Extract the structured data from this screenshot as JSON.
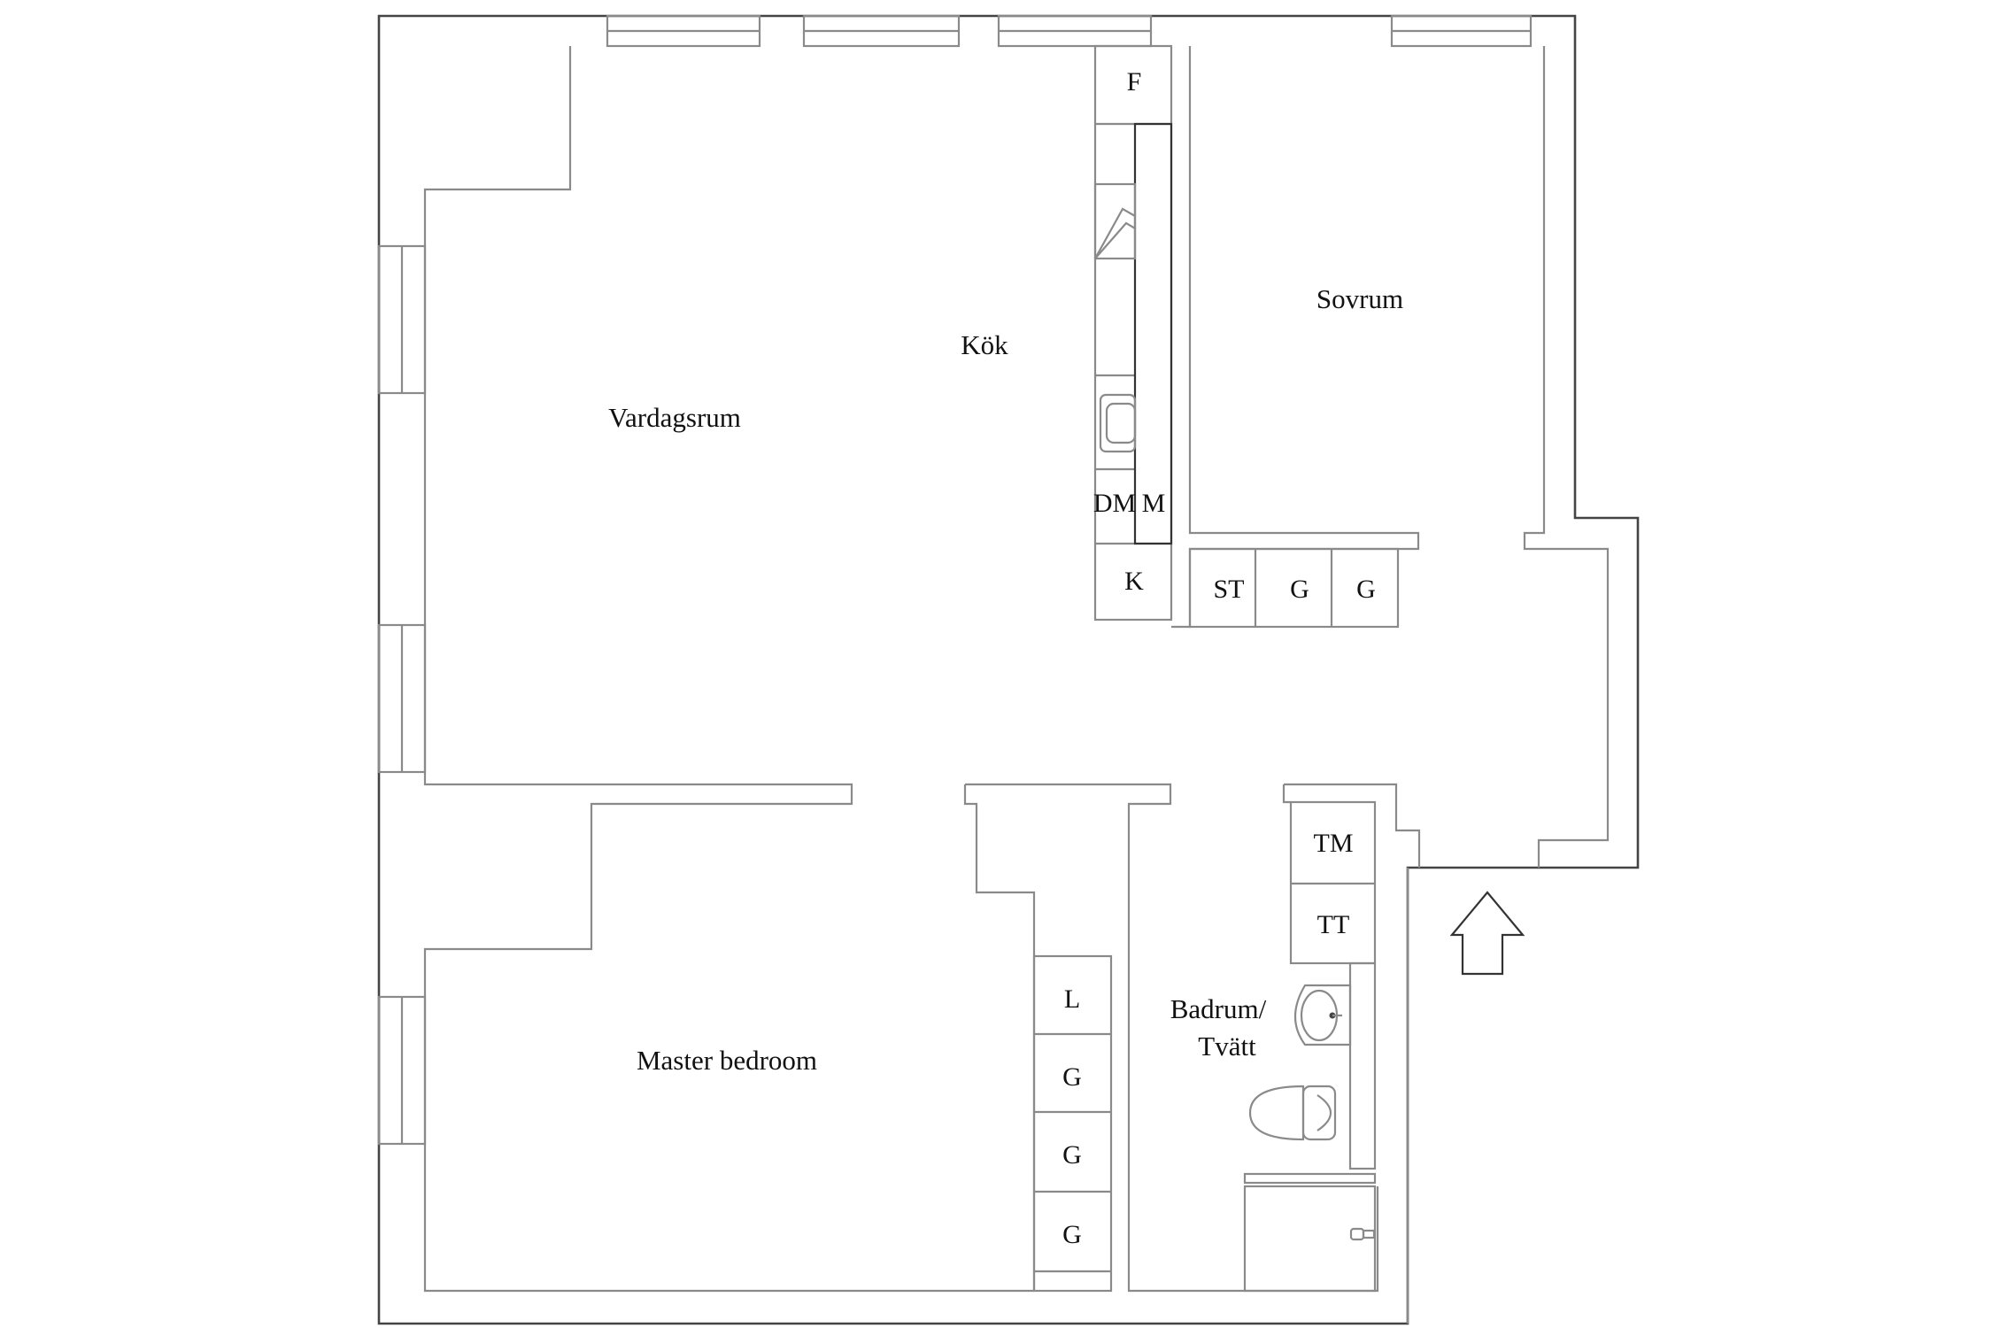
{
  "plan": {
    "rooms": [
      {
        "id": "vardagsrum",
        "label": "Vardagsrum"
      },
      {
        "id": "kok",
        "label": "Kök"
      },
      {
        "id": "sovrum",
        "label": "Sovrum"
      },
      {
        "id": "master",
        "label": "Master bedroom"
      },
      {
        "id": "badrum_line1",
        "label": "Badrum/"
      },
      {
        "id": "badrum_line2",
        "label": "Tvätt"
      }
    ],
    "kitchen_fixtures": {
      "fridge": "F",
      "dishwasher": "DM",
      "microwave": "M",
      "freezer": "K"
    },
    "hall_storage": [
      "ST",
      "G",
      "G"
    ],
    "bedroom_wardrobes": [
      "L",
      "G",
      "G",
      "G"
    ],
    "bath_appliances": [
      "TM",
      "TT"
    ],
    "entrance_arrow": "entrance-arrow",
    "colors": {
      "exterior_wall": "#444444",
      "interior_wall": "#8a8a8a",
      "text": "#111111",
      "background": "#ffffff"
    }
  }
}
